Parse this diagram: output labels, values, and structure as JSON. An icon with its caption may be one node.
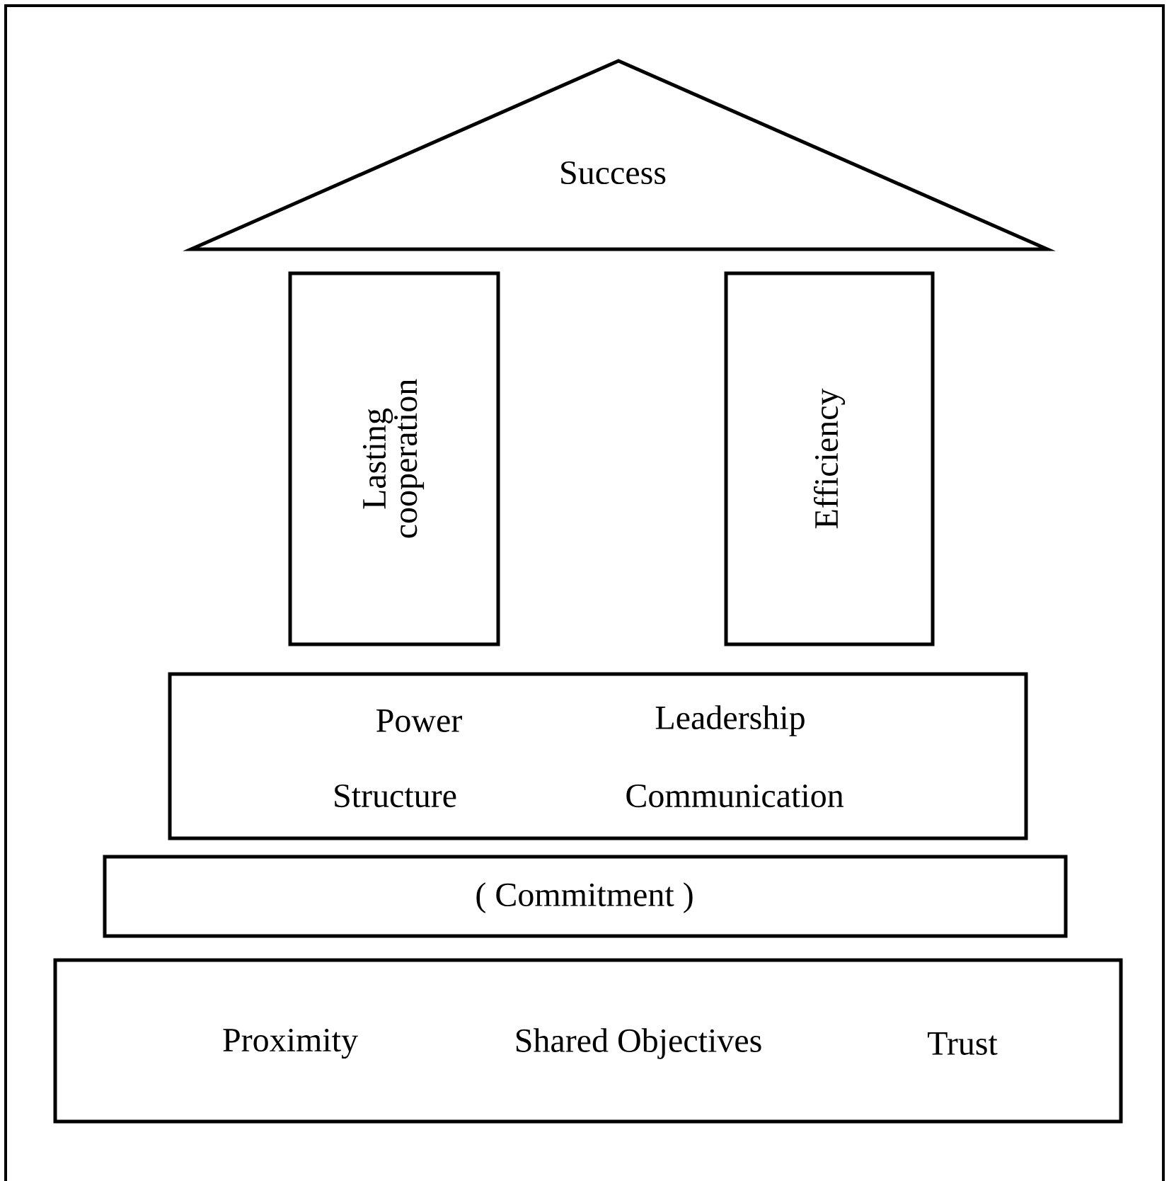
{
  "diagram": {
    "nodes": [
      {
        "text": [
          "Success"
        ]
      },
      {
        "text": [
          "Lasting cooperation"
        ]
      },
      {
        "text": [
          "Efficiency"
        ]
      },
      {
        "text": [
          "Power",
          "Leadership",
          "Structure",
          "Communication"
        ]
      },
      {
        "text": [
          "( Commitment )"
        ]
      },
      {
        "text": [
          "Proximity",
          "Shared Objectives",
          "Trust"
        ]
      }
    ]
  }
}
